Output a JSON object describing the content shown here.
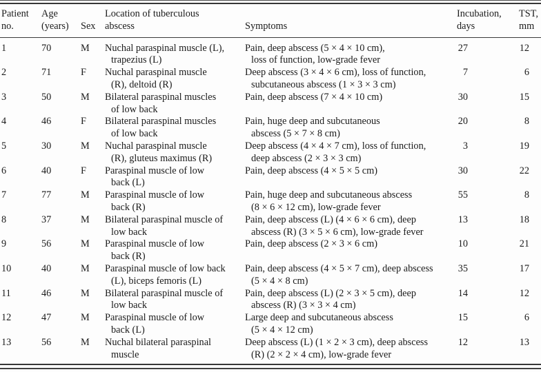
{
  "table": {
    "columns": [
      {
        "id": "patient",
        "label": "Patient\nno."
      },
      {
        "id": "age",
        "label": "Age\n(years)"
      },
      {
        "id": "sex",
        "label": "Sex"
      },
      {
        "id": "location",
        "label": "Location of tuberculous\nabscess"
      },
      {
        "id": "symptoms",
        "label": "Symptoms"
      },
      {
        "id": "incubation",
        "label": "Incubation,\ndays"
      },
      {
        "id": "tst",
        "label": "TST,\nmm"
      }
    ],
    "rows": [
      {
        "patient": "1",
        "age": "70",
        "sex": "M",
        "location": "Nuchal paraspinal muscle (L),\ntrapezius (L)",
        "symptoms": "Pain, deep abscess (5 × 4 × 10 cm),\nloss of function, low-grade fever",
        "incubation": "27",
        "tst": "12"
      },
      {
        "patient": "2",
        "age": "71",
        "sex": "F",
        "location": "Nuchal paraspinal muscle\n(R), deltoid (R)",
        "symptoms": "Deep abscess (3 × 4 × 6 cm), loss of function,\nsubcutaneous abscess (1 × 3 × 3 cm)",
        "incubation": "7",
        "tst": "6"
      },
      {
        "patient": "3",
        "age": "50",
        "sex": "M",
        "location": "Bilateral paraspinal muscles\nof low back",
        "symptoms": "Pain, deep abscess (7 × 4 × 10 cm)",
        "incubation": "30",
        "tst": "15"
      },
      {
        "patient": "4",
        "age": "46",
        "sex": "F",
        "location": "Bilateral paraspinal muscles\nof low back",
        "symptoms": "Pain, huge deep and subcutaneous\nabscess (5 × 7 × 8 cm)",
        "incubation": "20",
        "tst": "8"
      },
      {
        "patient": "5",
        "age": "30",
        "sex": "M",
        "location": "Nuchal paraspinal muscle\n(R), gluteus maximus (R)",
        "symptoms": "Deep abscess (4 × 4 × 7 cm), loss of function,\ndeep abscess (2 × 3 × 3 cm)",
        "incubation": "3",
        "tst": "19"
      },
      {
        "patient": "6",
        "age": "40",
        "sex": "F",
        "location": "Paraspinal muscle of low\nback (L)",
        "symptoms": "Pain, deep abscess (4 × 5 × 5 cm)",
        "incubation": "30",
        "tst": "22"
      },
      {
        "patient": "7",
        "age": "77",
        "sex": "M",
        "location": "Paraspinal muscle of low\nback (R)",
        "symptoms": "Pain, huge deep and subcutaneous abscess\n(8 × 6 × 12 cm), low-grade fever",
        "incubation": "55",
        "tst": "8"
      },
      {
        "patient": "8",
        "age": "37",
        "sex": "M",
        "location": "Bilateral paraspinal muscle of\nlow back",
        "symptoms": "Pain, deep abscess (L) (4 × 6 × 6 cm), deep\nabscess (R) (3 × 5 × 6 cm), low-grade fever",
        "incubation": "13",
        "tst": "18"
      },
      {
        "patient": "9",
        "age": "56",
        "sex": "M",
        "location": "Paraspinal muscle of low\nback (R)",
        "symptoms": "Pain, deep abscess (2 × 3 × 6 cm)",
        "incubation": "10",
        "tst": "21"
      },
      {
        "patient": "10",
        "age": "40",
        "sex": "M",
        "location": "Paraspinal muscle of low back\n(L), biceps femoris (L)",
        "symptoms": "Pain, deep abscess (4 × 5 × 7 cm), deep abscess\n(5 × 4 × 8 cm)",
        "incubation": "35",
        "tst": "17"
      },
      {
        "patient": "11",
        "age": "46",
        "sex": "M",
        "location": "Bilateral paraspinal muscle of\nlow back",
        "symptoms": "Pain, deep abscess (L) (2 × 3 × 5 cm), deep\nabscess (R) (3 × 3 × 4 cm)",
        "incubation": "14",
        "tst": "12"
      },
      {
        "patient": "12",
        "age": "47",
        "sex": "M",
        "location": "Paraspinal muscle of low\nback (L)",
        "symptoms": "Large deep and subcutaneous abscess\n(5 × 4 × 12 cm)",
        "incubation": "15",
        "tst": "6"
      },
      {
        "patient": "13",
        "age": "56",
        "sex": "M",
        "location": "Nuchal bilateral paraspinal\nmuscle",
        "symptoms": "Deep abscess (L) (1 × 2 × 3 cm), deep abscess\n(R) (2 × 2 × 4 cm), low-grade fever",
        "incubation": "12",
        "tst": "13"
      }
    ]
  },
  "colors": {
    "rule": "#3a3a3a",
    "text": "#1b1b1b",
    "background": "#fdfdfd"
  }
}
